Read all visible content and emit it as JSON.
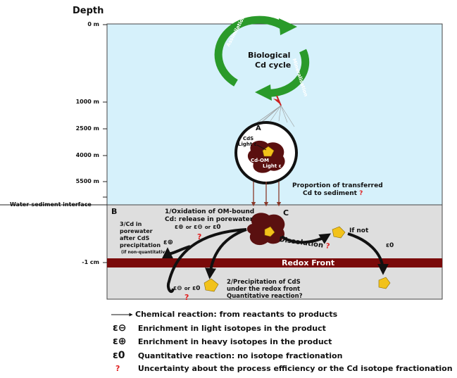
{
  "depth_title": "Depth",
  "depth_ticks": [
    "0 m",
    "1000 m",
    "2500 m",
    "4000 m",
    "5500 m",
    "-1 cm"
  ],
  "interface_label": "Water-sediment interface",
  "cycle": {
    "title_line1": "Biological",
    "title_line2": "Cd cycle",
    "assimilation": "Assimilation",
    "mineralisation": "Mineralisation"
  },
  "zoom": {
    "letter": "A",
    "cds": "CdS",
    "light1": "Light ε",
    "cdom": "Cd-OM",
    "light2": "Light ε"
  },
  "proportion": {
    "line1": "Proportion of transferred",
    "line2": "Cd to sediment",
    "mark": "?"
  },
  "sediment": {
    "b": "B",
    "c": "C",
    "oxidation_l1": "1/Oxidation of OM-bound",
    "oxidation_l2": "Cd: release in porewater",
    "oxidation_l3_a": "ε",
    "oxidation_l3_b": "or",
    "oxidation_l3_c": "ε",
    "oxidation_l3_d": "or",
    "oxidation_l3_e": "ε0",
    "oxidation_mark": "?",
    "pore_l1": "3/Cd in",
    "pore_l2": "porewater",
    "pore_l3": "after CdS",
    "pore_l4": "precipitation",
    "pore_l5": "(if non-quantitative)",
    "eps_plus": "ε",
    "dissolution": "Dissolution",
    "dissolution_mark": "?",
    "if_not": "If not",
    "eps0": "ε0",
    "redox": "Redox Front",
    "bottom_eps_a": "ε",
    "bottom_eps_b": "or",
    "bottom_eps_c": "ε0",
    "bottom_mark": "?",
    "precip_l1": "2/Precipitation of CdS",
    "precip_l2": "under the redox front",
    "precip_l3": "Quantitative reaction?"
  },
  "legend": [
    {
      "symbol": "—→",
      "text": "Chemical reaction: from reactants to products"
    },
    {
      "symbol": "ε⊖",
      "text": "Enrichment in light isotopes in the product"
    },
    {
      "symbol": "ε⊕",
      "text": "Enrichment in heavy isotopes in the product"
    },
    {
      "symbol": "ε0",
      "text": "Quantitative reaction: no isotope fractionation"
    },
    {
      "symbol": "?",
      "text": "Uncertainty about the process efficiency or the Cd isotope fractionation"
    }
  ],
  "colors": {
    "water": "#d6f1fb",
    "sediment": "#dedede",
    "redox": "#7a0a0a",
    "cycle_arrow": "#2a9a2a",
    "particle": "#5a1010",
    "cds": "#f2c21a",
    "question": "#e02020"
  }
}
